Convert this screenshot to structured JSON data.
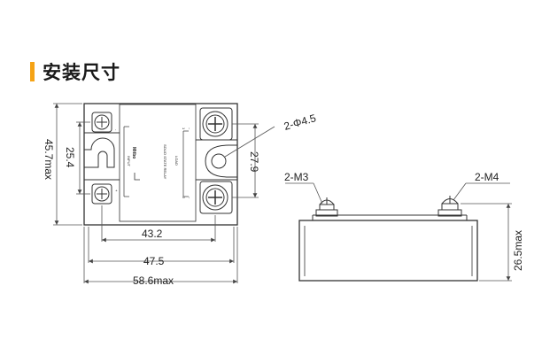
{
  "header": {
    "title": "安装尺寸",
    "accent_color": "#f5a316"
  },
  "top_view": {
    "brand": "Mitbo",
    "input_label": "INPUT",
    "product_label": "SOLID STATE RELAY",
    "load_label": "LOAD",
    "terminal_minus": "-",
    "terminal_plus": "+",
    "terminal_tilde": "~",
    "terminal_one": "1",
    "terminal_two": "2",
    "dims": {
      "hole_spacing": "43.2",
      "body_inner_width": "47.5",
      "overall_width": "58.6max",
      "overall_height": "45.7max",
      "pin_spacing": "25.4",
      "mount_spacing": "27.9",
      "mount_hole": "2-Φ4.5"
    }
  },
  "side_view": {
    "dims": {
      "input_screw": "2-M3",
      "load_screw": "2-M4",
      "height": "26.5max"
    }
  }
}
